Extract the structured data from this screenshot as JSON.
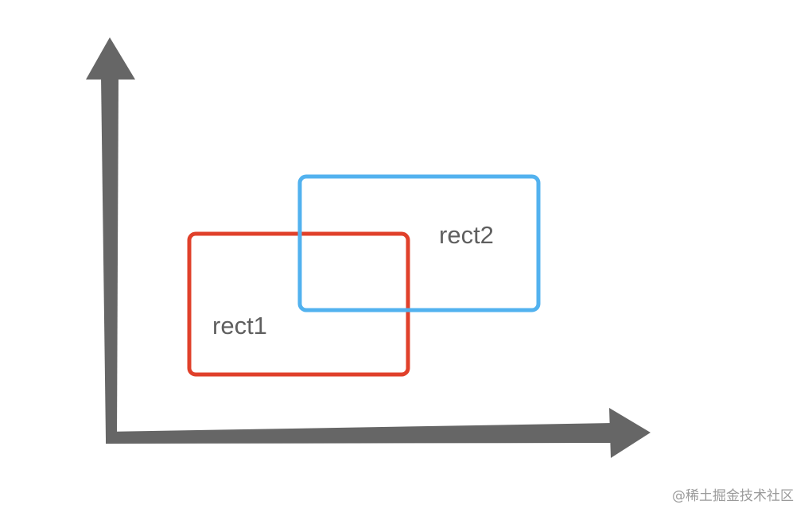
{
  "diagram": {
    "rect1": {
      "label": "rect1",
      "stroke_color": "#e0402a"
    },
    "rect2": {
      "label": "rect2",
      "stroke_color": "#52b2ef"
    },
    "axis_color": "#666666"
  },
  "watermark": "@稀土掘金技术社区"
}
